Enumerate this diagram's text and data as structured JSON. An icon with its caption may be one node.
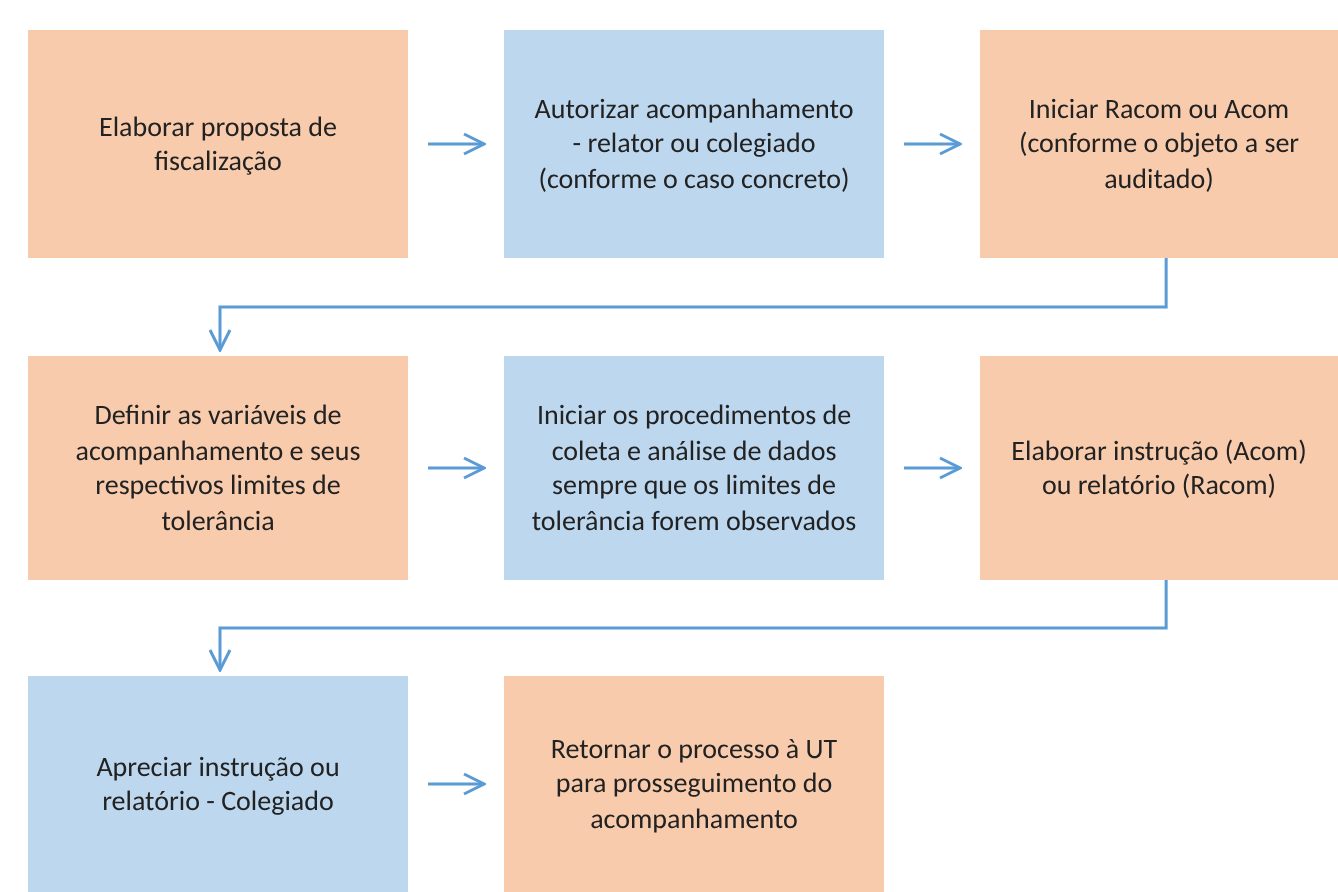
{
  "diagram": {
    "nodes": [
      {
        "text": [
          "Elaborar proposta de fiscalização"
        ]
      },
      {
        "text": [
          "Autorizar acompanhamento - relator ou colegiado (conforme o caso concreto)"
        ]
      },
      {
        "text": [
          "Iniciar Racom ou Acom (conforme o objeto a ser auditado)"
        ]
      },
      {
        "text": [
          "Definir as variáveis de acompanhamento e seus respectivos limites de tolerância"
        ]
      },
      {
        "text": [
          "Iniciar os procedimentos de coleta e análise de dados sempre que os limites de tolerância forem observados"
        ]
      },
      {
        "text": [
          "Elaborar instrução (Acom) ou relatório (Racom)"
        ]
      },
      {
        "text": [
          "Apreciar instrução ou relatório - Colegiado"
        ]
      },
      {
        "text": [
          "Retornar o processo à UT para prosseguimento do acompanhamento"
        ]
      }
    ],
    "edges": [
      {
        "from": 0,
        "to": 1,
        "arrow": "to"
      },
      {
        "from": 1,
        "to": 2,
        "arrow": "to"
      },
      {
        "from": 2,
        "to": 3,
        "arrow": "to"
      },
      {
        "from": 3,
        "to": 4,
        "arrow": "to"
      },
      {
        "from": 4,
        "to": 5,
        "arrow": "to"
      },
      {
        "from": 5,
        "to": 6,
        "arrow": "to"
      },
      {
        "from": 6,
        "to": 7,
        "arrow": "to"
      }
    ]
  }
}
